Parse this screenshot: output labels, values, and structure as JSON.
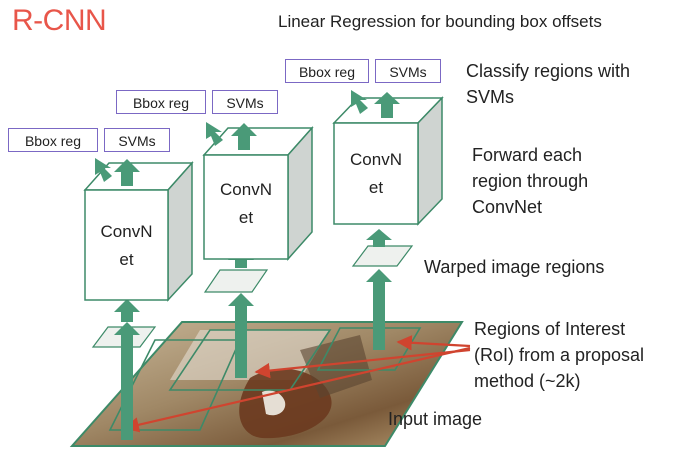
{
  "title": "R-CNN",
  "subtitle": "Linear Regression for bounding box offsets",
  "annotations": {
    "classify": [
      "Classify regions with",
      "SVMs"
    ],
    "forward": [
      "Forward each",
      "region through",
      "ConvNet"
    ],
    "warped": "Warped image regions",
    "roi": [
      "Regions of Interest",
      "(RoI) from a proposal",
      "method (~2k)"
    ],
    "input": "Input image"
  },
  "stacks": [
    {
      "convnet": [
        "ConvN",
        "et"
      ],
      "bbox": "Bbox reg",
      "svm": "SVMs"
    },
    {
      "convnet": [
        "ConvN",
        "et"
      ],
      "bbox": "Bbox reg",
      "svm": "SVMs"
    },
    {
      "convnet": [
        "ConvN",
        "et"
      ],
      "bbox": "Bbox reg",
      "svm": "SVMs"
    }
  ],
  "colors": {
    "title": "#e8564a",
    "arrow_green": "#4a9a78",
    "box_border": "#7b68c4",
    "cube_edge": "#3d8a68",
    "roi_arrow": "#d0442f"
  }
}
